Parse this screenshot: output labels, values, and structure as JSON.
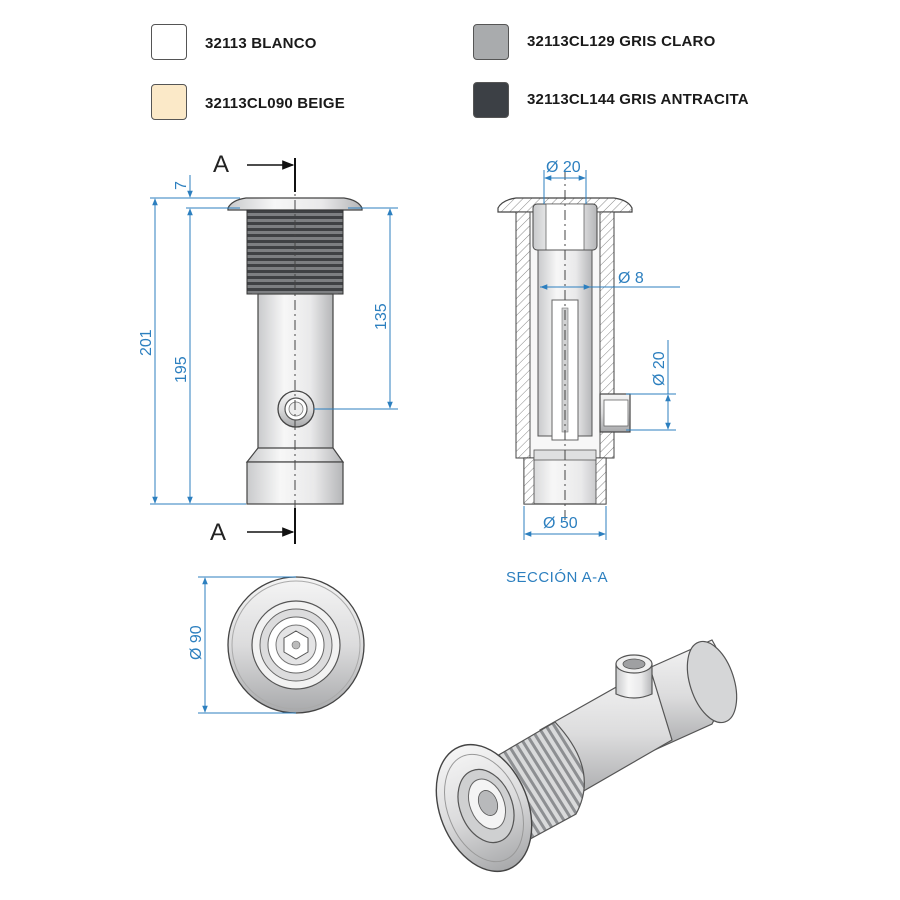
{
  "colors": {
    "blanco": "#ffffff",
    "beige": "#fbe9c8",
    "gris_claro": "#a9abad",
    "gris_antracita": "#3c4045",
    "dimension": "#2c7fbf"
  },
  "variants": [
    {
      "code": "32113 BLANCO",
      "color": "#ffffff"
    },
    {
      "code": "32113CL090 BEIGE",
      "color": "#fbe9c8"
    },
    {
      "code": "32113CL129 GRIS CLARO",
      "color": "#a9abad"
    },
    {
      "code": "32113CL144 GRIS ANTRACITA",
      "color": "#3c4045"
    }
  ],
  "dimensions": {
    "flange_thickness": "7",
    "total_length": "201",
    "body_length": "195",
    "outlet_position": "135",
    "top_diameter": "Ø 20",
    "inner_diameter": "Ø 8",
    "outlet_diameter": "Ø 20",
    "bottom_diameter": "Ø 50",
    "flange_diameter": "Ø 90"
  },
  "section": {
    "marker_top": "A",
    "marker_bottom": "A",
    "title": "SECCIÓN A-A"
  }
}
